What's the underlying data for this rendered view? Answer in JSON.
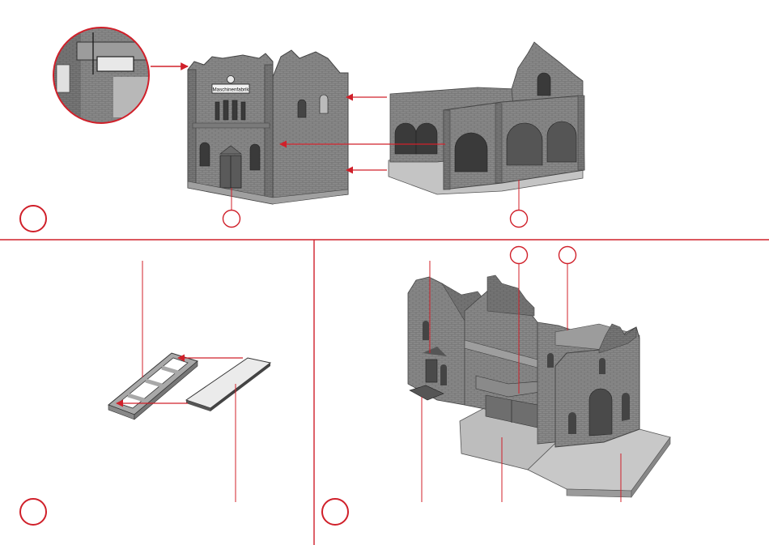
{
  "page": {
    "title": ""
  },
  "colors": {
    "accent_red": "#d0202a",
    "brick_dark": "#6e6e6e",
    "brick_mid": "#8e8e8e",
    "brick_light": "#b4b4b4",
    "base_grey": "#c8c8c8",
    "roof_grey": "#9a9a9a"
  },
  "panels": [
    {
      "id": "panel-1",
      "label": "",
      "callouts": 2
    },
    {
      "id": "panel-2",
      "label": "",
      "callouts": 0
    },
    {
      "id": "panel-3",
      "label": "",
      "callouts": 2
    }
  ],
  "signs": {
    "factory_sign": "Maschinenfabrik"
  },
  "icons": [
    "magnifier-detail-icon",
    "arrow-icon",
    "step-circle-icon"
  ]
}
